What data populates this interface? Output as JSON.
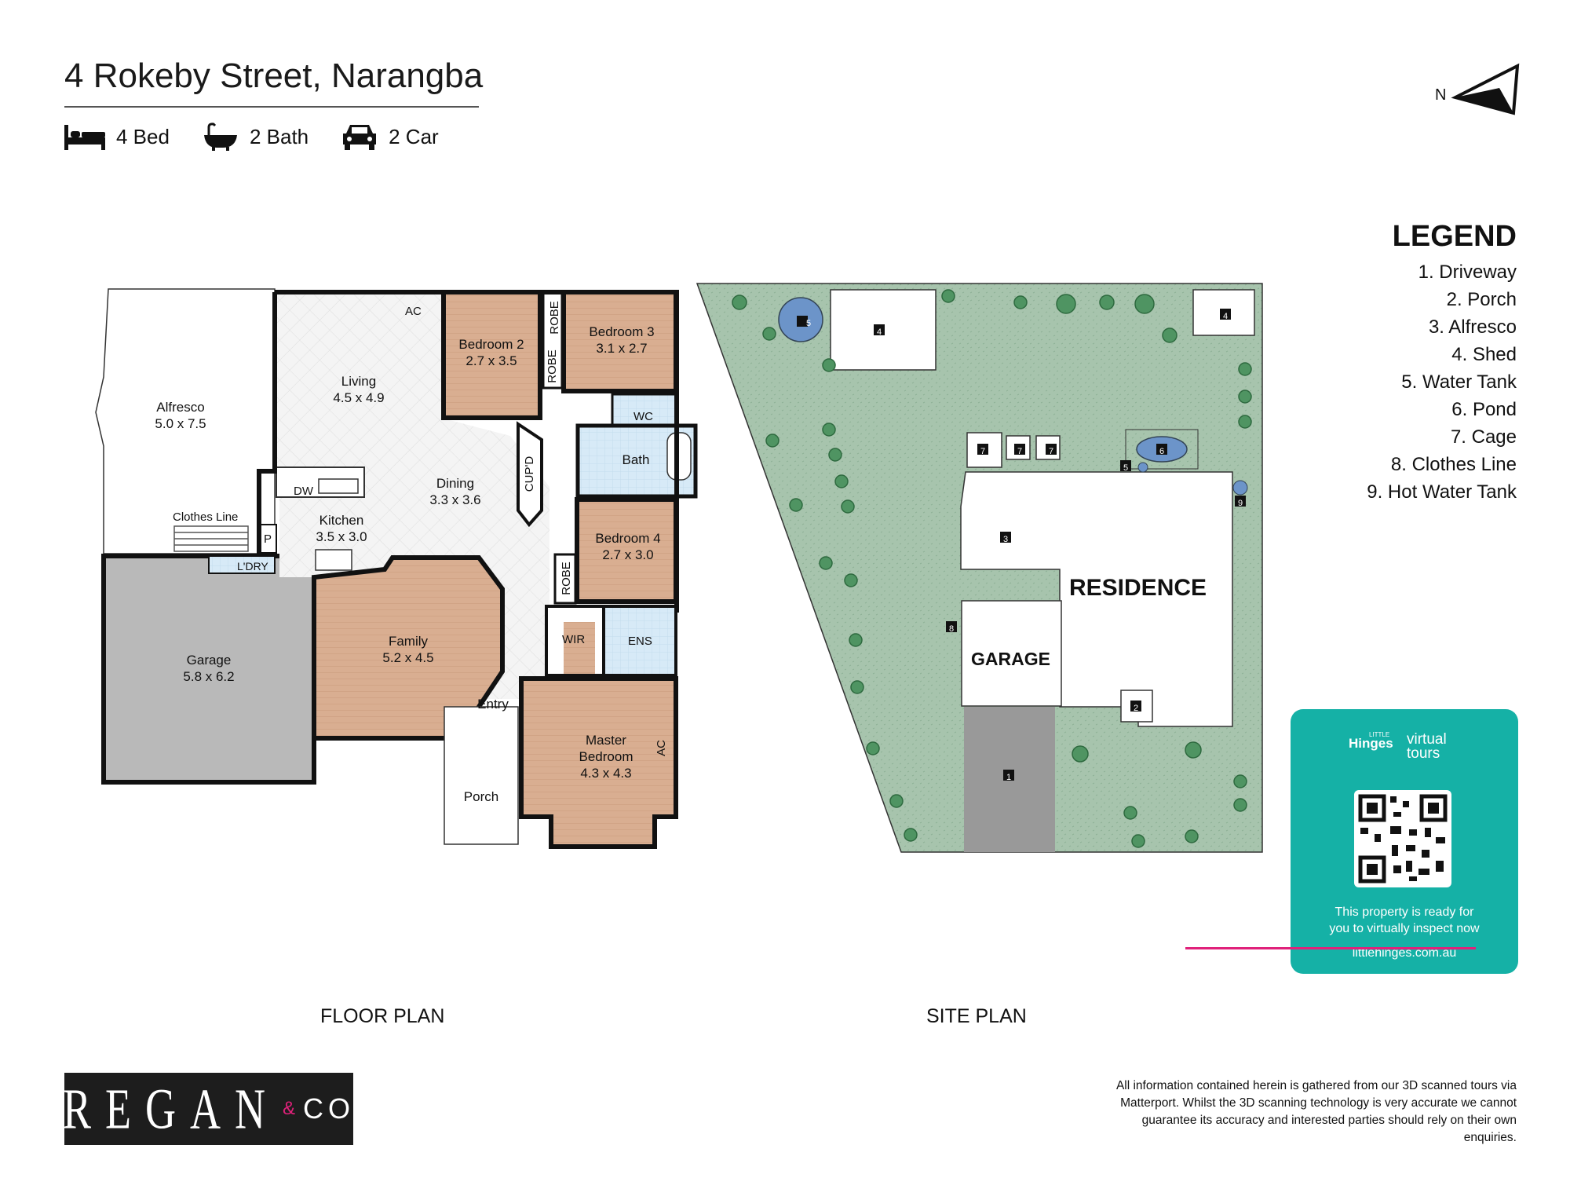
{
  "header": {
    "title": "4 Rokeby Street, Narangba",
    "bed": "4 Bed",
    "bath": "2 Bath",
    "car": "2 Car"
  },
  "compass": {
    "north": "N"
  },
  "legend": {
    "title": "LEGEND",
    "items": [
      "1. Driveway",
      "2. Porch",
      "3. Alfresco",
      "4. Shed",
      "5. Water Tank",
      "6. Pond",
      "7. Cage",
      "8. Clothes Line",
      "9. Hot Water Tank"
    ]
  },
  "floor_plan": {
    "label": "FLOOR PLAN",
    "rooms": {
      "alfresco": {
        "name": "Alfresco",
        "dim": "5.0 x 7.5"
      },
      "living": {
        "name": "Living",
        "dim": "4.5 x 4.9"
      },
      "bedroom2": {
        "name": "Bedroom 2",
        "dim": "2.7 x 3.5"
      },
      "bedroom3": {
        "name": "Bedroom 3",
        "dim": "3.1 x 2.7"
      },
      "dining": {
        "name": "Dining",
        "dim": "3.3 x 3.6"
      },
      "kitchen": {
        "name": "Kitchen",
        "dim": "3.5 x 3.0"
      },
      "bath": {
        "name": "Bath"
      },
      "bedroom4": {
        "name": "Bedroom 4",
        "dim": "2.7 x 3.0"
      },
      "family": {
        "name": "Family",
        "dim": "5.2 x 4.5"
      },
      "garage": {
        "name": "Garage",
        "dim": "5.8 x 6.2"
      },
      "master": {
        "name1": "Master",
        "name2": "Bedroom",
        "dim": "4.3 x 4.3"
      },
      "porch": {
        "name": "Porch"
      },
      "entry": {
        "name": "Entry"
      }
    },
    "labels": {
      "ac1": "AC",
      "ac2": "AC",
      "robe1": "ROBE",
      "robe2": "ROBE",
      "robe3": "ROBE",
      "wc": "WC",
      "cupd": "CUP'D",
      "dw": "DW",
      "clothes_line": "Clothes Line",
      "p": "P",
      "ldry": "L'DRY",
      "wir": "WIR",
      "ens": "ENS"
    }
  },
  "site_plan": {
    "label": "SITE PLAN",
    "residence": "RESIDENCE",
    "garage": "GARAGE",
    "markers": [
      "1",
      "2",
      "3",
      "4",
      "4",
      "5",
      "5",
      "6",
      "7",
      "7",
      "7",
      "8",
      "9"
    ]
  },
  "virtual_tour": {
    "brand": "Hinges",
    "small": "LITTLE",
    "virtual": "virtual",
    "tours": "tours",
    "line1": "This property is ready for",
    "line2": "you to virtually inspect now",
    "url": "littlehinges.com.au"
  },
  "logo": {
    "brand": "REGAN",
    "amp": "&",
    "co": "CO"
  },
  "disclaimer": "All information contained herein is gathered from our 3D scanned tours via Matterport. Whilst the 3D scanning technology is very accurate we cannot guarantee its accuracy and interested parties should rely on their own enquiries.",
  "colors": {
    "timber": "#d9ae91",
    "tile": "#f1f1f1",
    "wet": "#d7eaf7",
    "garage": "#b9b9b9",
    "lawn": "#a7c4ad",
    "tree": "#4f9462",
    "teal": "#15b1a6",
    "pink": "#e0217a"
  }
}
